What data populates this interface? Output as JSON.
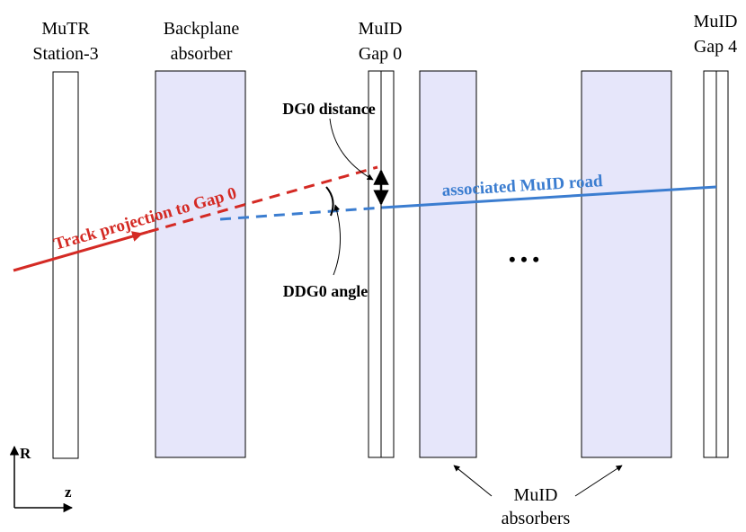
{
  "labels": {
    "mutr_line1": "MuTR",
    "mutr_line2": "Station-3",
    "backplane_line1": "Backplane",
    "backplane_line2": "absorber",
    "gap0_line1": "MuID",
    "gap0_line2": "Gap 0",
    "gap4_line1": "MuID",
    "gap4_line2": "Gap 4",
    "dg0": "DG0 distance",
    "ddg0": "DDG0 angle",
    "track": "Track projection to Gap 0",
    "road": "associated MuID road",
    "dots": "• • •",
    "absorbers_line1": "MuID",
    "absorbers_line2": "absorbers",
    "axis_r": "R",
    "axis_z": "z"
  },
  "colors": {
    "track": "#d42a24",
    "road": "#3b7dd0",
    "absorber_fill": "#e6e6fa",
    "outline": "#000000"
  }
}
